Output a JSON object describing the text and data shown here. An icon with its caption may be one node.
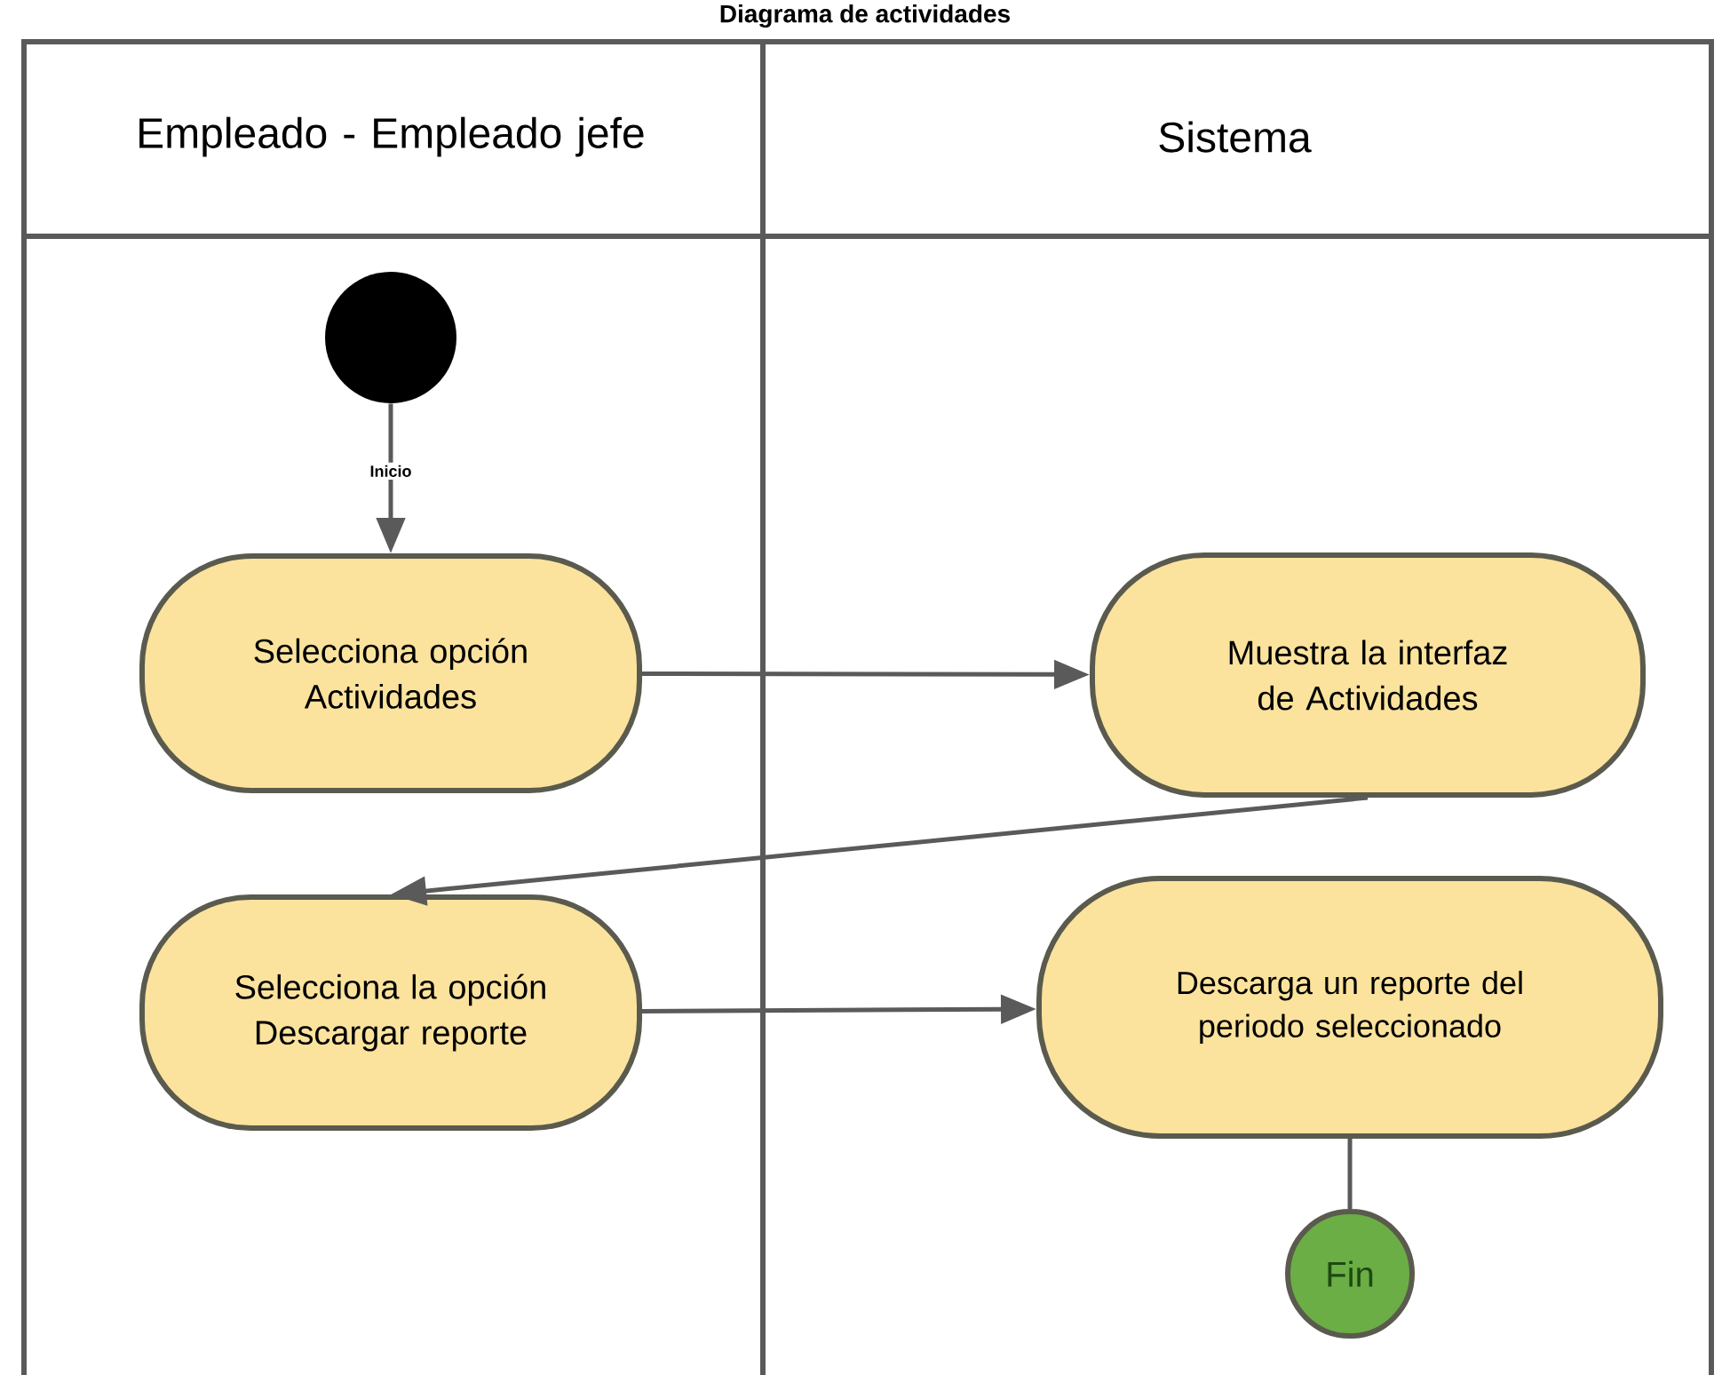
{
  "diagram": {
    "title": "Diagrama de actividades",
    "nodes": [
      {
        "text": [
          "Empleado - Empleado jefe"
        ]
      },
      {
        "text": [
          "Sistema"
        ]
      },
      {
        "text": [],
        "shape": "circle",
        "in": 0
      },
      {
        "text": [
          "Selecciona opción Actividades"
        ],
        "in": 0
      },
      {
        "text": [
          "Selecciona la opción Descargar reporte"
        ],
        "in": 0
      },
      {
        "text": [
          "Muestra la interfaz de Actividades"
        ],
        "in": 1
      },
      {
        "text": [
          "Descarga un reporte del periodo seleccionado"
        ],
        "in": 1
      },
      {
        "text": [
          "Fin"
        ],
        "in": 1
      }
    ],
    "edges": [
      {
        "from": 2,
        "to": 3,
        "arrow": "to",
        "label": "Inicio"
      },
      {
        "from": 3,
        "to": 5,
        "arrow": "to"
      },
      {
        "from": 5,
        "to": 4,
        "arrow": "to"
      },
      {
        "from": 4,
        "to": 6,
        "arrow": "to"
      },
      {
        "from": 6,
        "to": 7,
        "arrow": "none"
      }
    ]
  }
}
